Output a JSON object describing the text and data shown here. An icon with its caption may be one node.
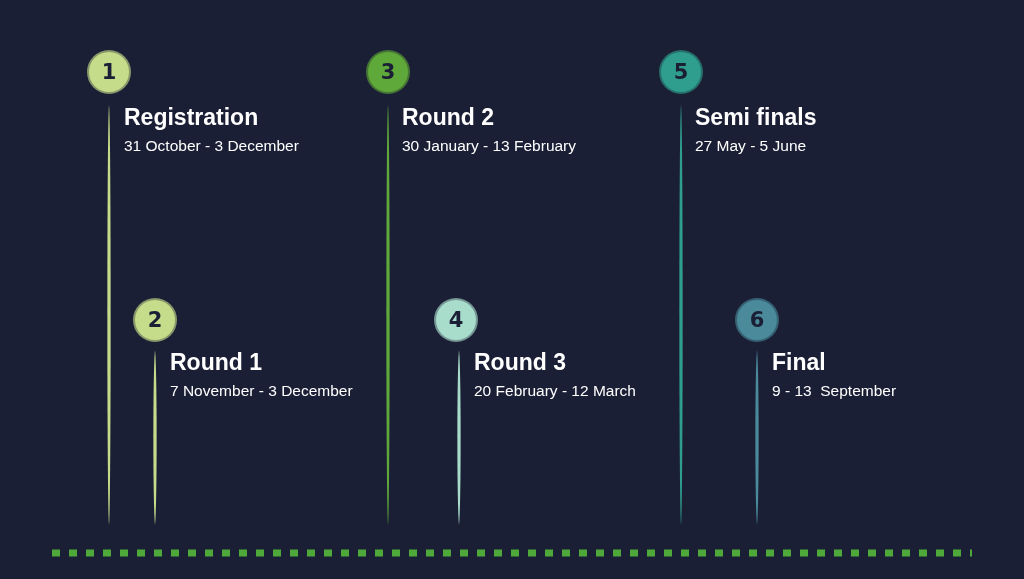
{
  "diagram": {
    "nodes": [
      {
        "text": [
          "1"
        ],
        "beside": [
          "Registration",
          "31 October - 3 December"
        ]
      },
      {
        "text": [
          "2"
        ],
        "beside": [
          "Round 1",
          "7 November - 3 December"
        ]
      },
      {
        "text": [
          "3"
        ],
        "beside": [
          "Round 2",
          "30 January - 13 February"
        ]
      },
      {
        "text": [
          "4"
        ],
        "beside": [
          "Round 3",
          "20 February - 12 March"
        ]
      },
      {
        "text": [
          "5"
        ],
        "beside": [
          "Semi finals",
          "27 May - 5 June"
        ]
      },
      {
        "text": [
          "6"
        ],
        "beside": [
          "Final",
          "9 - 13  September"
        ]
      }
    ],
    "edges": []
  }
}
